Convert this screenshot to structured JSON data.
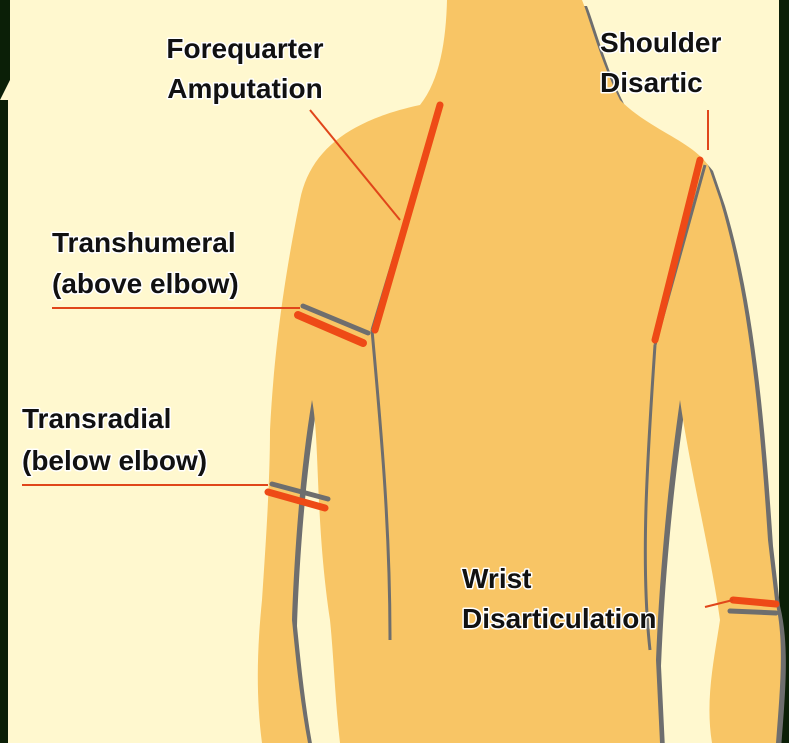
{
  "diagram": {
    "colors": {
      "background": "#fff8cf",
      "body": "#f8c565",
      "body_shadow": "#6e6e6e",
      "cut_line": "#ee4a16",
      "frame": "#0b1f07"
    },
    "labels": {
      "forequarter": [
        "Forequarter",
        "Amputation"
      ],
      "shoulder": [
        "Shoulder",
        "Disartic"
      ],
      "transhumeral": [
        "Transhumeral",
        "(above elbow)"
      ],
      "transradial": [
        "Transradial",
        "(below elbow)"
      ],
      "wrist": [
        "Wrist",
        "Disarticulation"
      ]
    }
  }
}
